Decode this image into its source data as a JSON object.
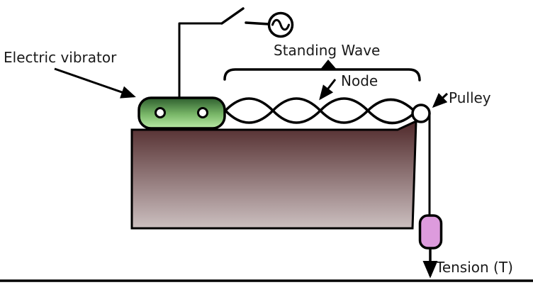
{
  "diagram": {
    "labels": {
      "electric_vibrator": "Electric vibrator",
      "standing_wave": "Standing Wave",
      "node": "Node",
      "pulley": "Pulley",
      "tension": "Tension (T)"
    },
    "colors": {
      "line": "#000000",
      "background": "#ffffff",
      "vibrator_gradient_top": "#2e5e2e",
      "vibrator_gradient_bottom": "#b9eaa6",
      "table_gradient_top": "#4f282a",
      "table_gradient_bottom": "#ccc0c0",
      "weight_fill": "#dd9bdd",
      "pulley_fill": "#ffffff",
      "screw_fill": "#ffffff"
    }
  }
}
